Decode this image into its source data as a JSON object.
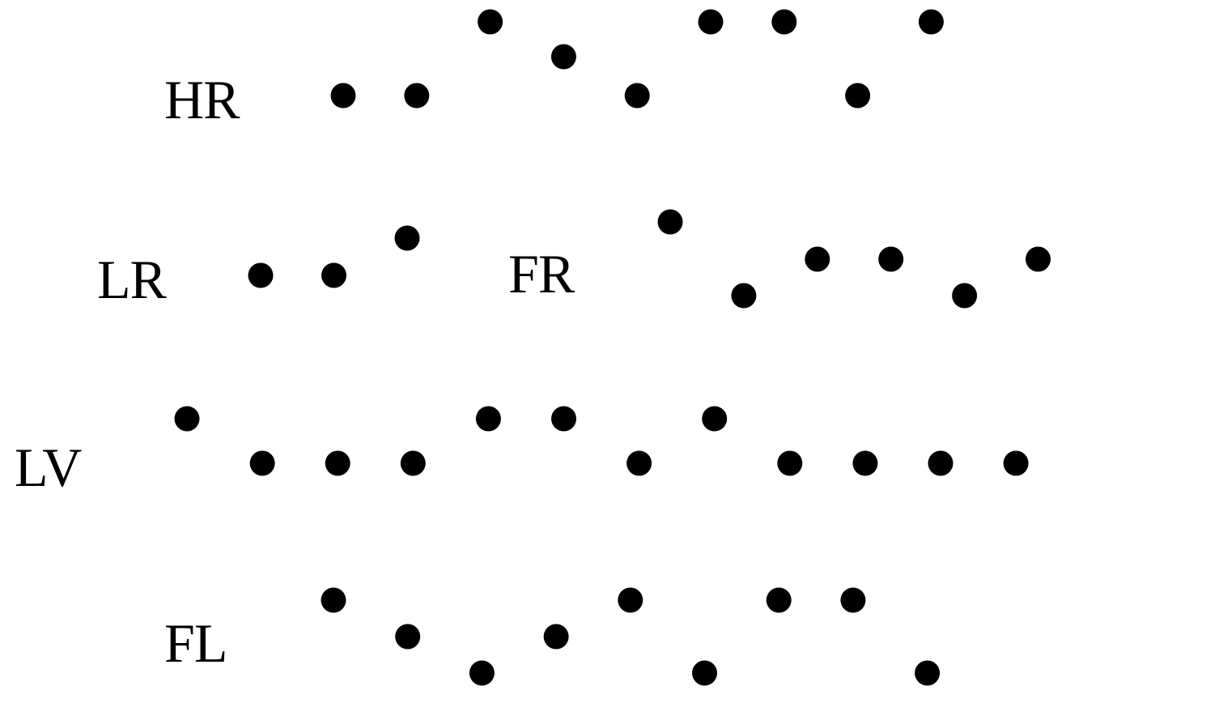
{
  "labels": {
    "hr": "HR",
    "lr": "LR",
    "fr": "FR",
    "lv": "LV",
    "fl": "FL"
  },
  "dot_color": "#000000",
  "sequences": [
    {
      "name": "HR",
      "levels": [
        "low",
        "low",
        "high",
        "mid",
        "low",
        "high",
        "high",
        "low",
        "high"
      ]
    },
    {
      "name": "LR",
      "levels": [
        "low",
        "low",
        "high"
      ]
    },
    {
      "name": "FR",
      "levels": [
        "high",
        "low",
        "mid",
        "mid",
        "low",
        "mid"
      ]
    },
    {
      "name": "LV",
      "levels": [
        "high",
        "low",
        "low",
        "low",
        "high",
        "high",
        "low",
        "high",
        "low",
        "low",
        "low",
        "low"
      ]
    },
    {
      "name": "FL",
      "levels": [
        "high",
        "mid",
        "low",
        "mid",
        "high",
        "low",
        "high",
        "high",
        "low"
      ]
    }
  ]
}
